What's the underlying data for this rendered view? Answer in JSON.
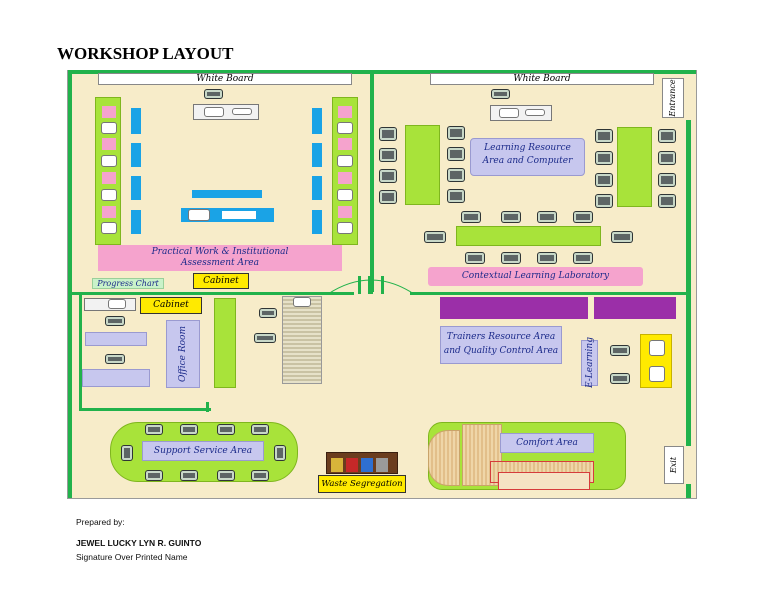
{
  "title": "WORKSHOP LAYOUT",
  "labels": {
    "whiteboard_left": "White Board",
    "whiteboard_right": "White Board",
    "entrance": "Entrance",
    "exit": "Exit",
    "practical_work_line1": "Practical Work & Institutional",
    "practical_work_line2": "Assessment Area",
    "progress_chart": "Progress Chart",
    "cabinet_main": "Cabinet",
    "cabinet_office": "Cabinet",
    "office_room": "Office Room",
    "learning_resource_line1": "Learning Resource",
    "learning_resource_line2": "Area and Computer",
    "contextual_lab": "Contextual Learning Laboratory",
    "trainers_area_line1": "Trainers Resource Area",
    "trainers_area_line2": "and Quality Control Area",
    "e_learning": "E-Learning",
    "support_service": "Support Service Area",
    "comfort_area": "Comfort Area",
    "waste_segregation": "Waste Segregation"
  },
  "footer": {
    "prepared_by": "Prepared by:",
    "name": "JEWEL LUCKY LYN R. GUINTO",
    "signature": "Signature Over Printed Name"
  },
  "colors": {
    "wall": "#21b24b",
    "floor": "#f7ecc9",
    "table": "#a8e33a",
    "area": "#c7c7ee",
    "cabinet": "#ffea00",
    "pink": "#f5a3cd",
    "blue": "#1aa3e6",
    "purple": "#9b2fa8"
  }
}
